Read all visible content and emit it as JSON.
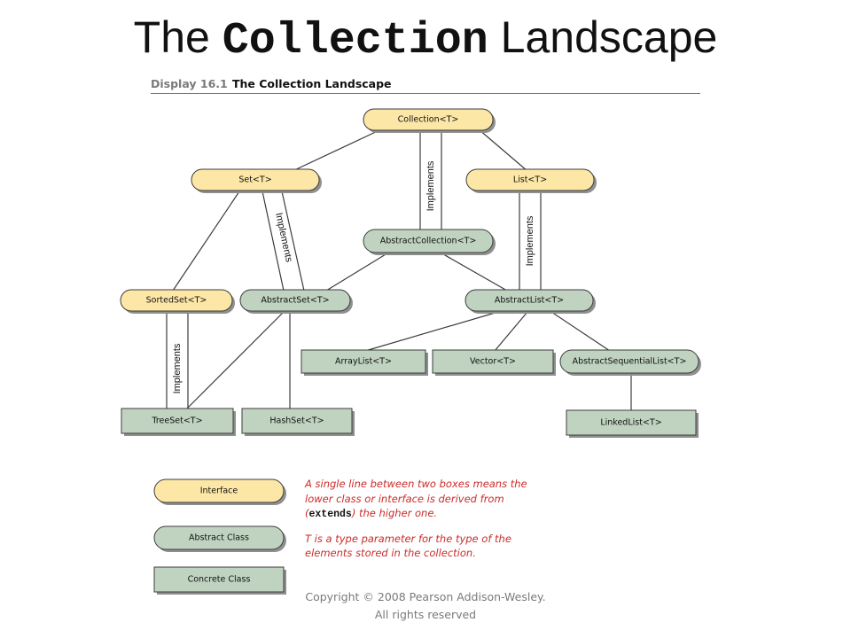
{
  "title": {
    "prefix": "The ",
    "code": "Collection",
    "suffix": " Landscape"
  },
  "display": {
    "number": "Display 16.1",
    "caption": "The Collection Landscape"
  },
  "nodes": {
    "collection": "Collection<T>",
    "set": "Set<T>",
    "list": "List<T>",
    "abstract_collection": "AbstractCollection<T>",
    "sorted_set": "SortedSet<T>",
    "abstract_set": "AbstractSet<T>",
    "abstract_list": "AbstractList<T>",
    "array_list": "ArrayList<T>",
    "vector": "Vector<T>",
    "abstract_sequential_list": "AbstractSequentialList<T>",
    "tree_set": "TreeSet<T>",
    "hash_set": "HashSet<T>",
    "linked_list": "LinkedList<T>"
  },
  "implements_label": "Implements",
  "legend": {
    "interface": "Interface",
    "abstract_class": "Abstract Class",
    "concrete_class": "Concrete Class",
    "note1_part1": "A single line between two boxes means the lower class or interface is derived from (",
    "note1_code": "extends",
    "note1_part2": ") the higher one.",
    "note2_code": "T",
    "note2_text": " is a type parameter for the type of the elements stored in the collection."
  },
  "footer": {
    "line1": "Copyright © 2008 Pearson Addison-Wesley.",
    "line2": "All rights reserved"
  },
  "colors": {
    "interface_fill": "#fde7a6",
    "abstract_fill": "#bfd3c0",
    "concrete_fill": "#bfd3c0",
    "outline": "#3c3c3c",
    "shadow": "#8f8f8f",
    "note_text": "#cc2a2a"
  }
}
